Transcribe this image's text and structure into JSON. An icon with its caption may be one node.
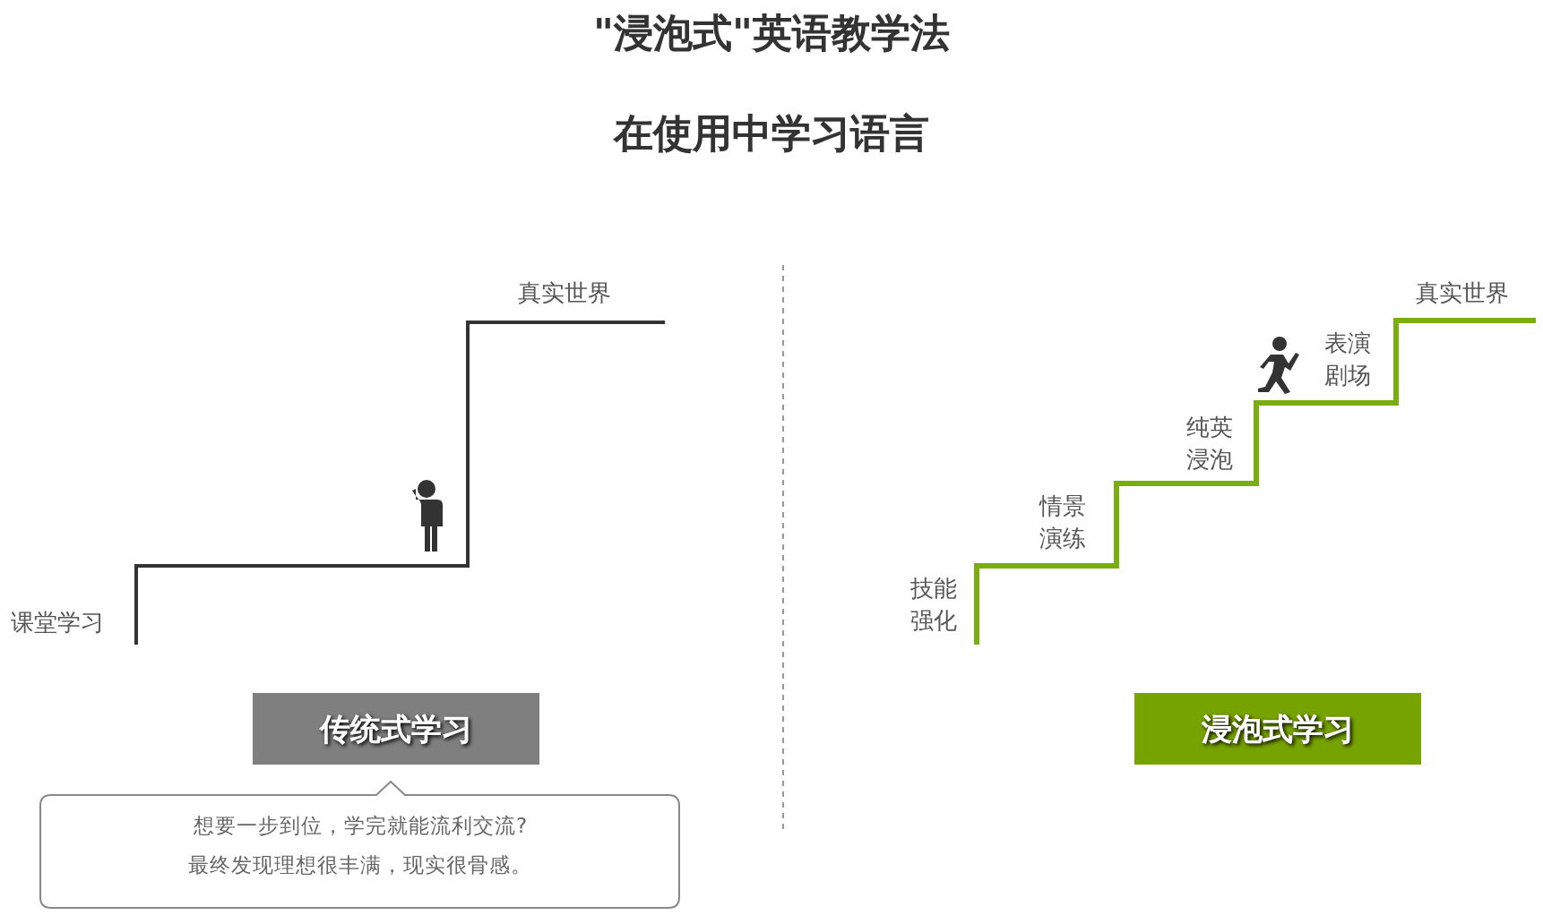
{
  "diagram": {
    "title": "\"浸泡式\"英语教学法",
    "nodes": [
      {
        "text": [
          "传统式学习"
        ]
      },
      {
        "text": [
          "想要一步到位，学完就能流利交流?",
          "最终发现理想很丰满，现实很骨感。"
        ]
      },
      {
        "text": [
          "浸泡式学习"
        ]
      }
    ],
    "labels": [
      "在使用中学习语言",
      "真实世界",
      "课堂学习",
      "真实世界",
      "表演剧场",
      "纯英浸泡",
      "情景演练",
      "技能强化"
    ]
  }
}
